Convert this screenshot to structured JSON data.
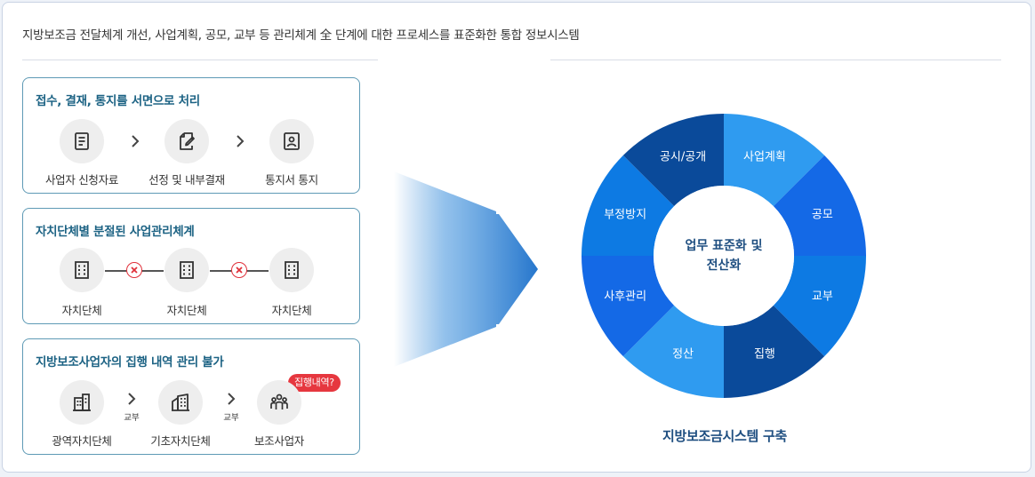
{
  "headline": "지방보조금 전달체계 개선, 사업계획, 공모, 교부 등 관리체계 全 단계에 대한 프로세스를 표준화한 통합 정보시스템",
  "cards": [
    {
      "title": "접수, 결재, 통지를 서면으로 처리",
      "items": [
        {
          "label": "사업자 신청자료",
          "icon": "document-icon"
        },
        {
          "label": "선정 및 내부결재",
          "icon": "edit-document-icon"
        },
        {
          "label": "통지서 통지",
          "icon": "notice-image-icon"
        }
      ]
    },
    {
      "title": "자치단체별 분절된 사업관리체계",
      "items": [
        {
          "label": "자치단체",
          "icon": "building-icon"
        },
        {
          "label": "자치단체",
          "icon": "building-icon"
        },
        {
          "label": "자치단체",
          "icon": "building-icon"
        }
      ]
    },
    {
      "title": "지방보조사업자의 집행 내역 관리 불가",
      "badge": "집행내역?",
      "connector_label": "교부",
      "items": [
        {
          "label": "광역자치단체",
          "icon": "large-building-icon"
        },
        {
          "label": "기초자치단체",
          "icon": "city-building-icon"
        },
        {
          "label": "보조사업자",
          "icon": "people-group-icon"
        }
      ]
    }
  ],
  "wheel": {
    "center": [
      "업무 표준화 및",
      "전산화"
    ],
    "segments": [
      {
        "label": "사업계획",
        "color": "#2f9bf0"
      },
      {
        "label": "공모",
        "color": "#1469e6"
      },
      {
        "label": "교부",
        "color": "#0d7ae3"
      },
      {
        "label": "집행",
        "color": "#0a4a9a"
      },
      {
        "label": "정산",
        "color": "#2f9bf0"
      },
      {
        "label": "사후관리",
        "color": "#1469e6"
      },
      {
        "label": "부정방지",
        "color": "#0d7ae3"
      },
      {
        "label": "공시/공개",
        "color": "#0a4a9a"
      }
    ],
    "caption": "지방보조금시스템 구축"
  },
  "colors": {
    "card_border": "#5e9ab5",
    "card_title": "#1d6384",
    "badge": "#e6373f",
    "caption": "#1e4e80"
  }
}
